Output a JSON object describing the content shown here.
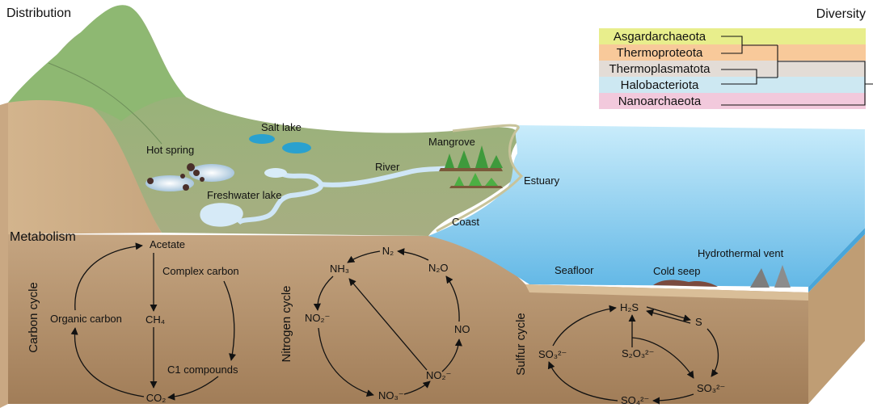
{
  "headers": {
    "distribution": "Distribution",
    "diversity": "Diversity",
    "metabolism": "Metabolism"
  },
  "habitats": {
    "salt_lake": "Salt lake",
    "hot_spring": "Hot spring",
    "mangrove": "Mangrove",
    "river": "River",
    "estuary": "Estuary",
    "freshwater_lake": "Freshwater lake",
    "coast": "Coast",
    "hydrothermal_vent": "Hydrothermal vent",
    "seafloor": "Seafloor",
    "cold_seep": "Cold seep"
  },
  "diversity": {
    "taxa": [
      {
        "name": "Asgardarchaeota",
        "color": "#e8ee8c"
      },
      {
        "name": "Thermoproteota",
        "color": "#f8c99a"
      },
      {
        "name": "Thermoplasmatota",
        "color": "#e3dcd6"
      },
      {
        "name": "Halobacteriota",
        "color": "#cde8f2"
      },
      {
        "name": "Nanoarchaeota",
        "color": "#f2c9dc"
      }
    ]
  },
  "carbon_cycle": {
    "title": "Carbon cycle",
    "acetate": "Acetate",
    "complex_carbon": "Complex carbon",
    "organic_carbon": "Organic carbon",
    "ch4": "CH₄",
    "c1_compounds": "C1 compounds",
    "co2": "CO₂"
  },
  "nitrogen_cycle": {
    "title": "Nitrogen cycle",
    "n2": "N₂",
    "nh3": "NH₃",
    "n2o": "N₂O",
    "no2_left": "NO₂⁻",
    "no": "NO",
    "no2_bottom": "NO₂⁻",
    "no3": "NO₃⁻"
  },
  "sulfur_cycle": {
    "title": "Sulfur cycle",
    "h2s": "H₂S",
    "s": "S",
    "so3_left": "SO₃²⁻",
    "s2o3": "S₂O₃²⁻",
    "so3_right": "SO₃²⁻",
    "so4": "SO₄²⁻"
  }
}
